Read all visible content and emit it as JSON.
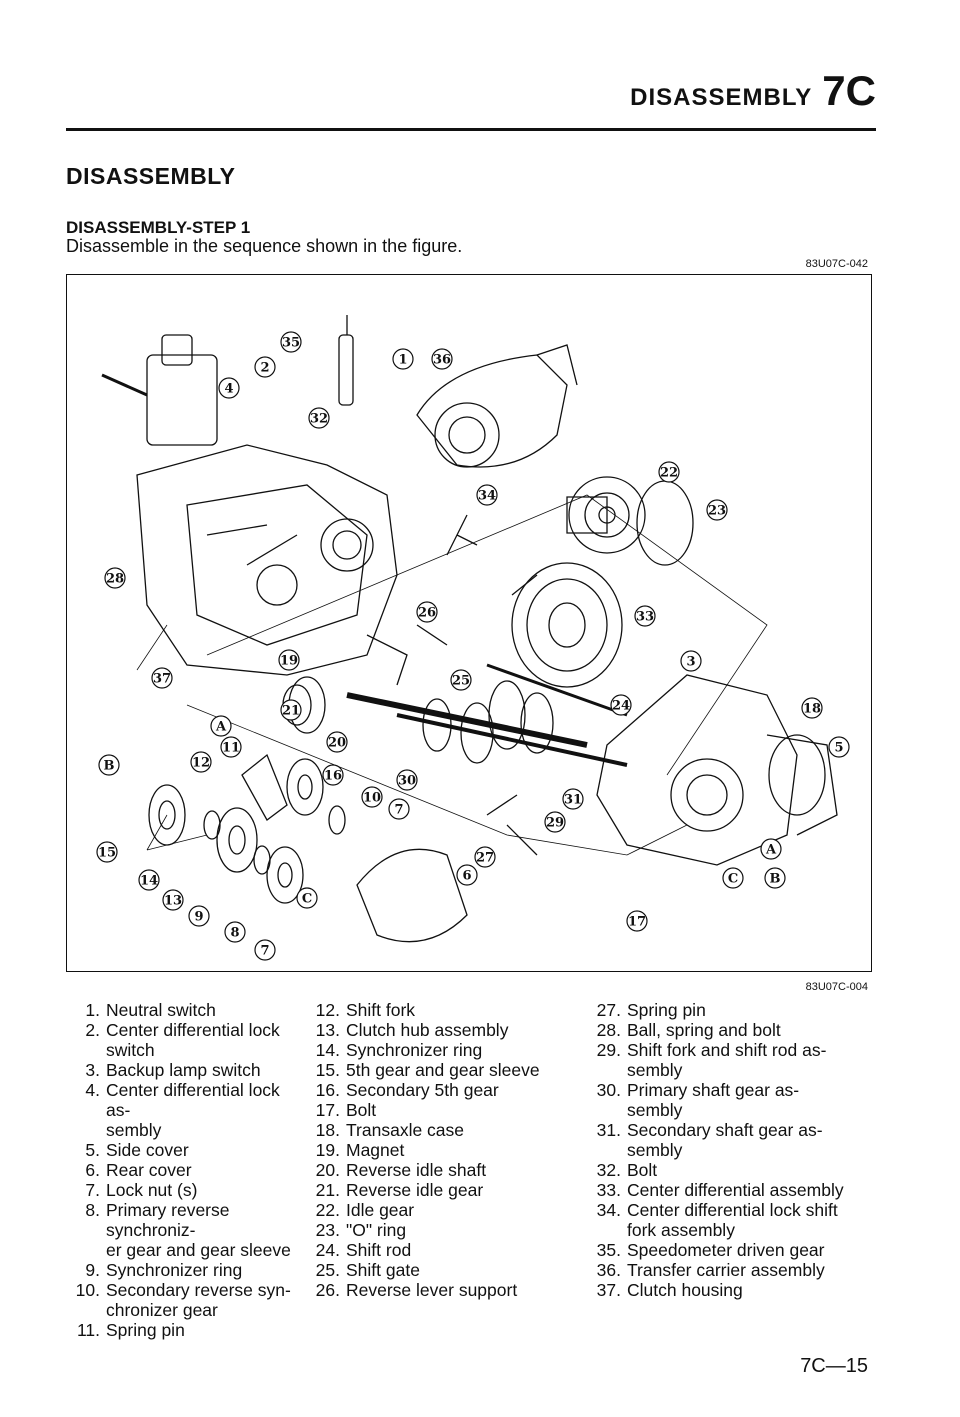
{
  "header": {
    "title": "DISASSEMBLY",
    "code": "7C"
  },
  "section_title": "DISASSEMBLY",
  "step_title": "DISASSEMBLY-STEP 1",
  "intro": "Disassemble in the sequence shown in the figure.",
  "figure": {
    "ref_top": "83U07C-042",
    "ref_bottom": "83U07C-004",
    "callouts": [
      "35",
      "36",
      "1",
      "2",
      "4",
      "32",
      "22",
      "34",
      "23",
      "28",
      "26",
      "33",
      "3",
      "19",
      "25",
      "37",
      "21",
      "24",
      "18",
      "5",
      "20",
      "11",
      "12",
      "16",
      "30",
      "10",
      "7",
      "31",
      "29",
      "15",
      "14",
      "13",
      "9",
      "8",
      "7",
      "27",
      "6",
      "17",
      "A",
      "A",
      "B",
      "B",
      "C",
      "C"
    ]
  },
  "legend": {
    "col1": [
      {
        "n": "1.",
        "t": "Neutral switch"
      },
      {
        "n": "2.",
        "t": "Center differential lock"
      },
      {
        "n": "",
        "t": "switch"
      },
      {
        "n": "3.",
        "t": "Backup lamp switch"
      },
      {
        "n": "4.",
        "t": "Center differential lock as-"
      },
      {
        "n": "",
        "t": "sembly"
      },
      {
        "n": "5.",
        "t": "Side cover"
      },
      {
        "n": "6.",
        "t": "Rear cover"
      },
      {
        "n": "7.",
        "t": "Lock nut (s)"
      },
      {
        "n": "8.",
        "t": "Primary reverse synchroniz-"
      },
      {
        "n": "",
        "t": "er gear and gear sleeve"
      },
      {
        "n": "9.",
        "t": "Synchronizer ring"
      },
      {
        "n": "10.",
        "t": "Secondary reverse syn-"
      },
      {
        "n": "",
        "t": "chronizer gear"
      },
      {
        "n": "11.",
        "t": "Spring pin"
      }
    ],
    "col2": [
      {
        "n": "12.",
        "t": "Shift fork"
      },
      {
        "n": "13.",
        "t": "Clutch hub assembly"
      },
      {
        "n": "14.",
        "t": "Synchronizer ring"
      },
      {
        "n": "15.",
        "t": "5th gear and gear sleeve"
      },
      {
        "n": "16.",
        "t": "Secondary 5th gear"
      },
      {
        "n": "17.",
        "t": "Bolt"
      },
      {
        "n": "18.",
        "t": "Transaxle case"
      },
      {
        "n": "19.",
        "t": "Magnet"
      },
      {
        "n": "20.",
        "t": "Reverse idle shaft"
      },
      {
        "n": "21.",
        "t": "Reverse idle gear"
      },
      {
        "n": "22.",
        "t": "Idle gear"
      },
      {
        "n": "23.",
        "t": "\"O\" ring"
      },
      {
        "n": "24.",
        "t": "Shift rod"
      },
      {
        "n": "25.",
        "t": "Shift gate"
      },
      {
        "n": "26.",
        "t": "Reverse lever support"
      }
    ],
    "col3": [
      {
        "n": "27.",
        "t": "Spring pin"
      },
      {
        "n": "28.",
        "t": "Ball, spring and bolt"
      },
      {
        "n": "29.",
        "t": "Shift fork and shift rod as-"
      },
      {
        "n": "",
        "t": "sembly"
      },
      {
        "n": "30.",
        "t": "Primary shaft gear as-"
      },
      {
        "n": "",
        "t": "sembly"
      },
      {
        "n": "31.",
        "t": "Secondary shaft gear as-"
      },
      {
        "n": "",
        "t": "sembly"
      },
      {
        "n": "32.",
        "t": "Bolt"
      },
      {
        "n": "33.",
        "t": "Center differential assembly"
      },
      {
        "n": "34.",
        "t": "Center differential lock shift"
      },
      {
        "n": "",
        "t": "fork assembly"
      },
      {
        "n": "35.",
        "t": "Speedometer driven gear"
      },
      {
        "n": "36.",
        "t": "Transfer carrier assembly"
      },
      {
        "n": "37.",
        "t": "Clutch housing"
      }
    ]
  },
  "page_number": "7C—15"
}
